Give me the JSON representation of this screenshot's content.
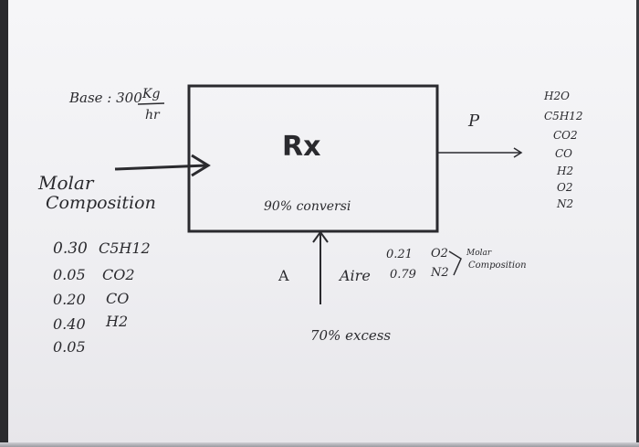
{
  "basis": {
    "label": "Base : 300",
    "unit_top": "Kg",
    "unit_bottom": "hr"
  },
  "reactor": {
    "label": "Rx",
    "conversion": "90% conversi"
  },
  "feed": {
    "heading_line1": "Molar",
    "heading_line2": "Composition",
    "rows": [
      {
        "value": "0.30",
        "species": "C5H12"
      },
      {
        "value": "0.05",
        "species": "CO2"
      },
      {
        "value": "0.20",
        "species": "CO"
      },
      {
        "value": "0.40",
        "species": "H2"
      },
      {
        "value": "0.05",
        "species": ""
      }
    ]
  },
  "product": {
    "label": "P",
    "species": [
      "H2O",
      "C5H12",
      "CO2",
      "CO",
      "H2",
      "O2",
      "N2"
    ]
  },
  "air_stream": {
    "stream_label": "A",
    "name": "Aire",
    "excess": "70% excess",
    "composition": [
      {
        "value": "0.21",
        "species": "O2"
      },
      {
        "value": "0.79",
        "species": "N2"
      }
    ],
    "composition_note_line1": "Molar",
    "composition_note_line2": "Composition"
  },
  "colors": {
    "ink": "#2a2a2e",
    "paper": "#f3f3f5"
  }
}
